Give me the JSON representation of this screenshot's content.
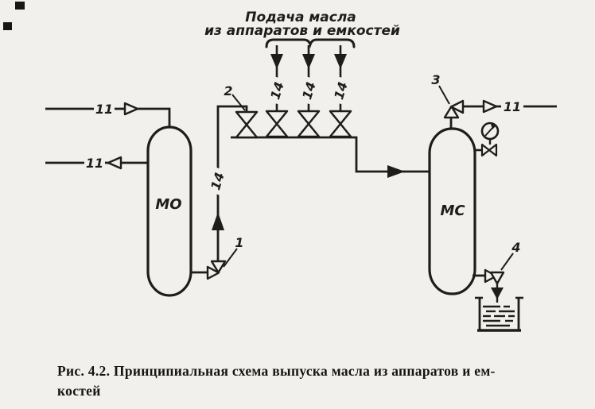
{
  "page": {
    "background": "#f1f0ec",
    "ink": "#1d1d1b"
  },
  "diagram": {
    "feed_header": {
      "line1": "Подача  масла",
      "line2": "из аппаратов и емкостей"
    },
    "vessels": {
      "left_label": "МО",
      "right_label": "МС"
    },
    "labels": {
      "stream_11": "11",
      "pipe_14": "14",
      "valve_1": "1",
      "valve_2": "2",
      "valve_3": "3",
      "valve_4": "4"
    },
    "icons": {
      "gauge": "pressure-gauge-icon",
      "tank": "drain-tank-icon"
    }
  },
  "caption": {
    "line1": "Рис. 4.2. Принципиальная схема выпуска масла из аппаратов и ем-",
    "line2": "костей"
  }
}
